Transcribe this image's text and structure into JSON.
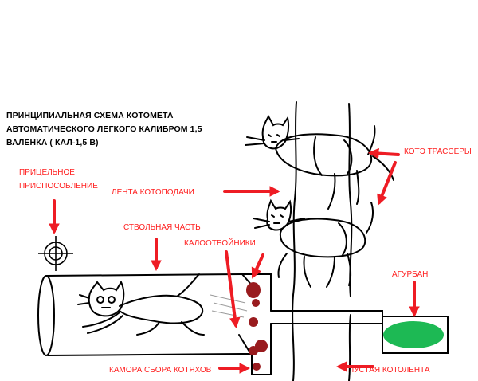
{
  "title_lines": [
    "ПРИНЦИПИАЛЬНАЯ СХЕМА КОТОМЕТА",
    "АВТОМАТИЧЕСКОГО ЛЕГКОГО КАЛИБРОМ 1,5",
    "ВАЛЕНКА ( КАЛ-1,5 В)"
  ],
  "labels": {
    "sight_line1": "ПРИЦЕЛЬНОЕ",
    "sight_line2": "ПРИСПОСОБЛЕНИЕ",
    "feed_belt": "ЛЕНТА КОТОПОДАЧИ",
    "tracers": "КОТЭ ТРАССЕРЫ",
    "barrel": "СТВОЛЬНАЯ ЧАСТЬ",
    "deflectors": "КАЛООТБОЙНИКИ",
    "agurban": "АГУРБАН",
    "chamber": "КАМОРА СБОРА КОТЯХОВ",
    "empty_belt": "ПУСТАЯ КОТОЛЕНТА"
  },
  "colors": {
    "label": "#ff2020",
    "arrow": "#ee1c24",
    "ink": "#000000",
    "poop": "#991b1e",
    "agurban_fill": "#1db954"
  }
}
